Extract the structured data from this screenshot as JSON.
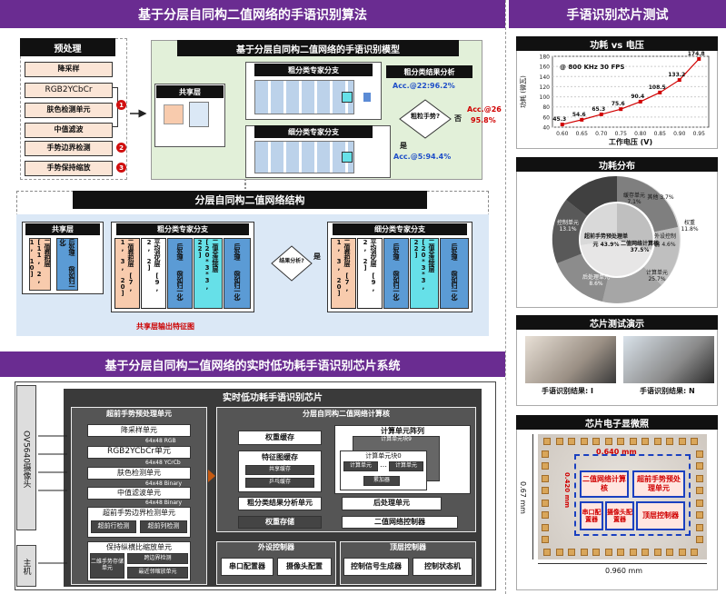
{
  "left_top": {
    "title": "基于分层自同构二值网络的手语识别算法",
    "preprocess": {
      "title": "预处理",
      "steps": [
        "降采样",
        "RGB2YCbCr",
        "肤色检测单元",
        "中值滤波",
        "手势边界检测",
        "手势保持缩放"
      ],
      "markers": [
        "1",
        "2",
        "3"
      ]
    },
    "model": {
      "title": "基于分层自同构二值网络的手语识别模型",
      "shared_layer": "共享层",
      "coarse_branch": "粗分类专家分支",
      "fine_branch": "细分类专家分支",
      "coarse_result": "粗分类结果分析",
      "acc_coarse": "Acc.@22:96.2%",
      "acc_fine": "Acc.@5:94.4%",
      "decision": "粗粒手势?",
      "no": "否",
      "yes": "是",
      "acc_out": "Acc.@26",
      "acc_out2": "95.8%"
    },
    "structure": {
      "title": "分层自同构二值网络结构",
      "shared": {
        "title": "共享层",
        "col1": "二值卷积层 [11, 2, 1, 10]",
        "col2": "后处理 （例如归一化）"
      },
      "coarse": {
        "title": "粗分类专家分支",
        "col1": "二值卷积层 [7, 1, 3, 20]",
        "col2": "平均池化层 [9, 2, 2]",
        "col3": "后处理 （例如归一化）",
        "col4": "二值全连接层 [20*3*3, 22]",
        "col5": "后处理 （例如归一化）"
      },
      "decision": "结果分析?",
      "yes": "是",
      "fine": {
        "title": "细分类专家分支",
        "col1": "二值卷积层 [7, 1, 3, 20]",
        "col2": "平均池化层 [9, 2, 2]",
        "col3": "后处理 （例如归一化）",
        "col4": "二值全连接层 [20*3*3, 22]",
        "col5": "后处理 （例如归一化）"
      },
      "shared_out": "共享层输出特征图"
    }
  },
  "left_bottom": {
    "title": "基于分层自同构二值网络的实时低功耗手语识别芯片系统",
    "chip": "实时低功耗手语识别芯片",
    "camera": "OV5640摄像头",
    "host": "主机",
    "pre_core": {
      "title": "超前手势预处理单元",
      "units": [
        "降采样单元",
        "RGB2YCbCr单元",
        "肤色检测单元",
        "中值滤波单元",
        "超前手势边界检测单元",
        "保持纵横比缩放单元"
      ],
      "labels": [
        "64x48 RGB",
        "64x48 YCrCb",
        "64x48 Binary",
        "64x48 Binary"
      ],
      "sub_edge": [
        "超前行检测",
        "超前列检测"
      ],
      "sub_scale": [
        "二维手势存储单元",
        "跨边界检测",
        "最近邻缩放单元"
      ]
    },
    "bnn_core": {
      "title": "分层自同构二值网络计算核",
      "weight_cache": "权重缓存",
      "feat_cache": "特征图缓存",
      "feat_sub": [
        "共享缓存",
        "乒乓缓存"
      ],
      "array": "计算单元阵列",
      "unit_n": "计算单元块9",
      "unit_0": "计算单元块0",
      "unit_sub": [
        "计算单元",
        "计算单元"
      ],
      "dots": "…",
      "accum": "累加器",
      "coarse_unit": "粗分类结果分析单元",
      "post": "后处理单元",
      "weight_store": "权重存储",
      "ctrl": "二值网络控制器"
    },
    "periph": {
      "title": "外设控制器",
      "a": "串口配置器",
      "b": "摄像头配置"
    },
    "top_ctrl": {
      "title": "顶层控制器",
      "a": "控制信号生成器",
      "b": "控制状态机"
    }
  },
  "right": {
    "title": "手语识别芯片测试",
    "power_title": "功耗 vs 电压",
    "dist_title": "功耗分布",
    "demo_title": "芯片测试演示",
    "micro_title": "芯片电子显微照",
    "demo_captions": [
      "手语识别结果: I",
      "手语识别结果: N"
    ],
    "pie_labels": [
      {
        "text": "超前手势预处理单元 43.9%"
      },
      {
        "text": "二值网络计算核 37.5%"
      },
      {
        "text": "计算单元 25.7%"
      },
      {
        "text": "后处理单元 8.6%"
      },
      {
        "text": "外设控制器 4.6%"
      },
      {
        "text": "控制单元 13.1%"
      },
      {
        "text": "权重 11.8%"
      },
      {
        "text": "缓存单元 7.1%"
      },
      {
        "text": "其他 3.7%"
      }
    ],
    "micro": {
      "w": "0.640 mm",
      "h_inner": "0.420 mm",
      "width": "0.960 mm",
      "height": "0.67 mm",
      "blocks": [
        "二值网络计算核",
        "超前手势预处理单元",
        "串口配置器",
        "摄像头配置器",
        "顶层控制器"
      ]
    }
  },
  "chart_data": {
    "type": "line",
    "title": "功耗 vs 电压",
    "annotation": "@ 800 KHz 30 FPS",
    "xlabel": "工作电压 (V)",
    "ylabel": "功耗 (微瓦)",
    "x": [
      0.6,
      0.65,
      0.7,
      0.75,
      0.8,
      0.85,
      0.9,
      0.95
    ],
    "xticks": [
      "0.60",
      "0.65",
      "0.70",
      "0.75",
      "0.80",
      "0.85",
      "0.90",
      "0.95"
    ],
    "yticks": [
      "40",
      "60",
      "80",
      "100",
      "120",
      "140",
      "160",
      "180"
    ],
    "values": [
      45.3,
      54.6,
      65.3,
      75.6,
      90.4,
      108.5,
      133.2,
      174.8
    ],
    "ylim": [
      40,
      180
    ],
    "color": "#d00000"
  },
  "colors": {
    "purple": "#6a2c91",
    "green_bg": "#e2f0d9",
    "blue_bg": "#dbe8f6",
    "peach": "#f8cbad",
    "cyan": "#66e0e8",
    "red": "#d01010",
    "blue_line": "#1f4fc8"
  }
}
